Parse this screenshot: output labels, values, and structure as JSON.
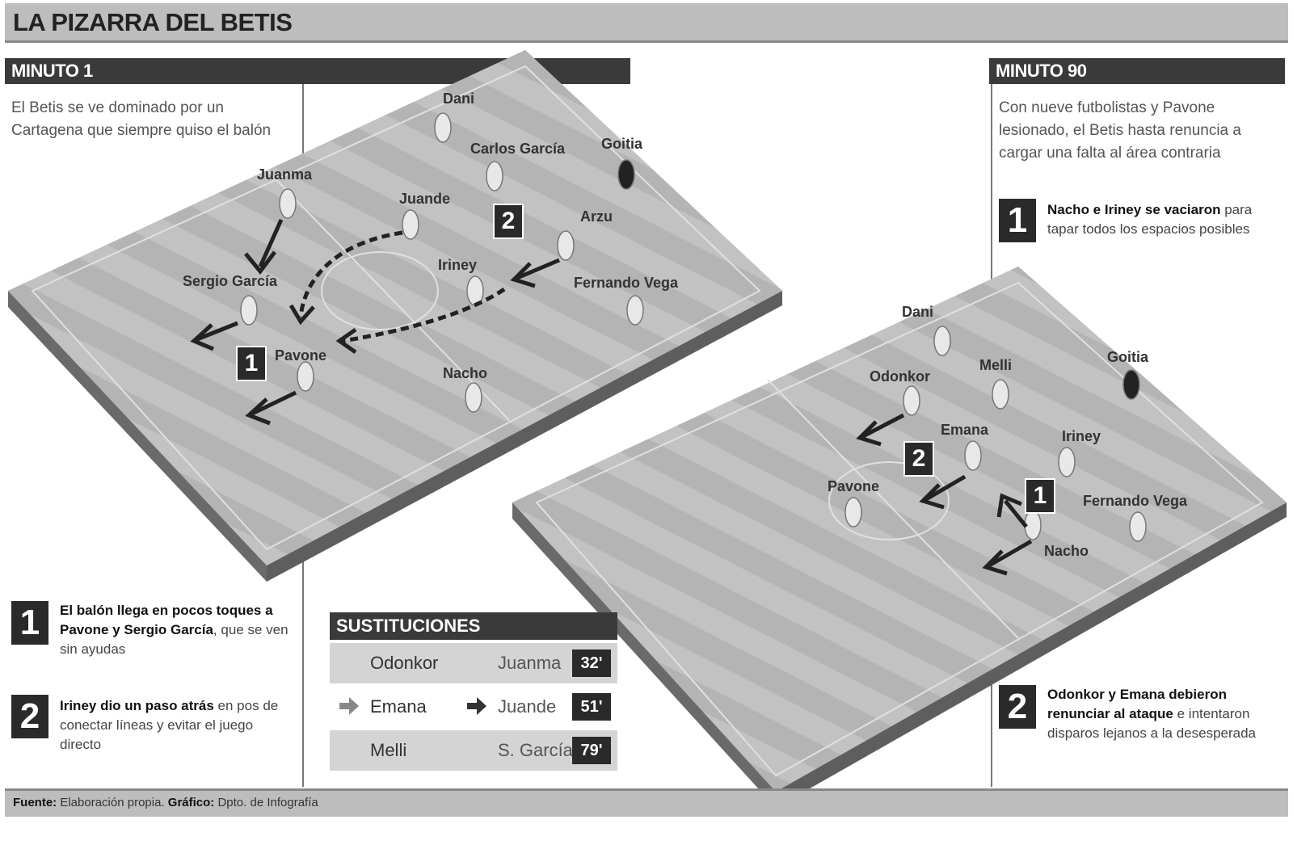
{
  "title": "LA PIZARRA DEL BETIS",
  "minuto1": {
    "header": "MINUTO 1",
    "description": "El Betis se ve dominado por un Cartagena que siempre quiso el balón",
    "players": [
      "Dani",
      "Carlos García",
      "Goitia",
      "Juanma",
      "Juande",
      "Arzu",
      "Sergio García",
      "Iriney",
      "Fernando Vega",
      "Pavone",
      "Nacho"
    ],
    "badges": [
      "1",
      "2"
    ]
  },
  "minuto90": {
    "header": "MINUTO 90",
    "description": "Con nueve futbolistas y Pavone lesionado, el Betis hasta renuncia a cargar una falta al área contraria",
    "players": [
      "Dani",
      "Goitia",
      "Odonkor",
      "Melli",
      "Emana",
      "Iriney",
      "Pavone",
      "Fernando Vega",
      "Nacho"
    ],
    "badges": [
      "2",
      "1"
    ]
  },
  "notes_left": [
    {
      "num": "1",
      "bold": "El balón llega en pocos toques a Pavone y Sergio García",
      "rest": ", que se ven sin ayudas"
    },
    {
      "num": "2",
      "bold": "Iriney dio un paso atrás",
      "rest": " en pos de conectar líneas y evitar el juego directo"
    }
  ],
  "notes_right": [
    {
      "num": "1",
      "bold": "Nacho e Iriney se vaciaron",
      "rest": " para tapar todos los espacios posibles"
    },
    {
      "num": "2",
      "bold": "Odonkor y Emana debieron renunciar al ataque",
      "rest": " e intentaron disparos lejanos a la desesperada"
    }
  ],
  "substitutions": {
    "header": "SUSTITUCIONES",
    "rows": [
      {
        "in": "Odonkor",
        "out": "Juanma",
        "minute": "32'"
      },
      {
        "in": "Emana",
        "out": "Juande",
        "minute": "51'"
      },
      {
        "in": "Melli",
        "out": "S. García",
        "minute": "79'"
      }
    ]
  },
  "footer": {
    "source_label": "Fuente:",
    "source": "Elaboración propia.",
    "graphic_label": "Gráfico:",
    "graphic": "Dpto. de Infografía"
  }
}
